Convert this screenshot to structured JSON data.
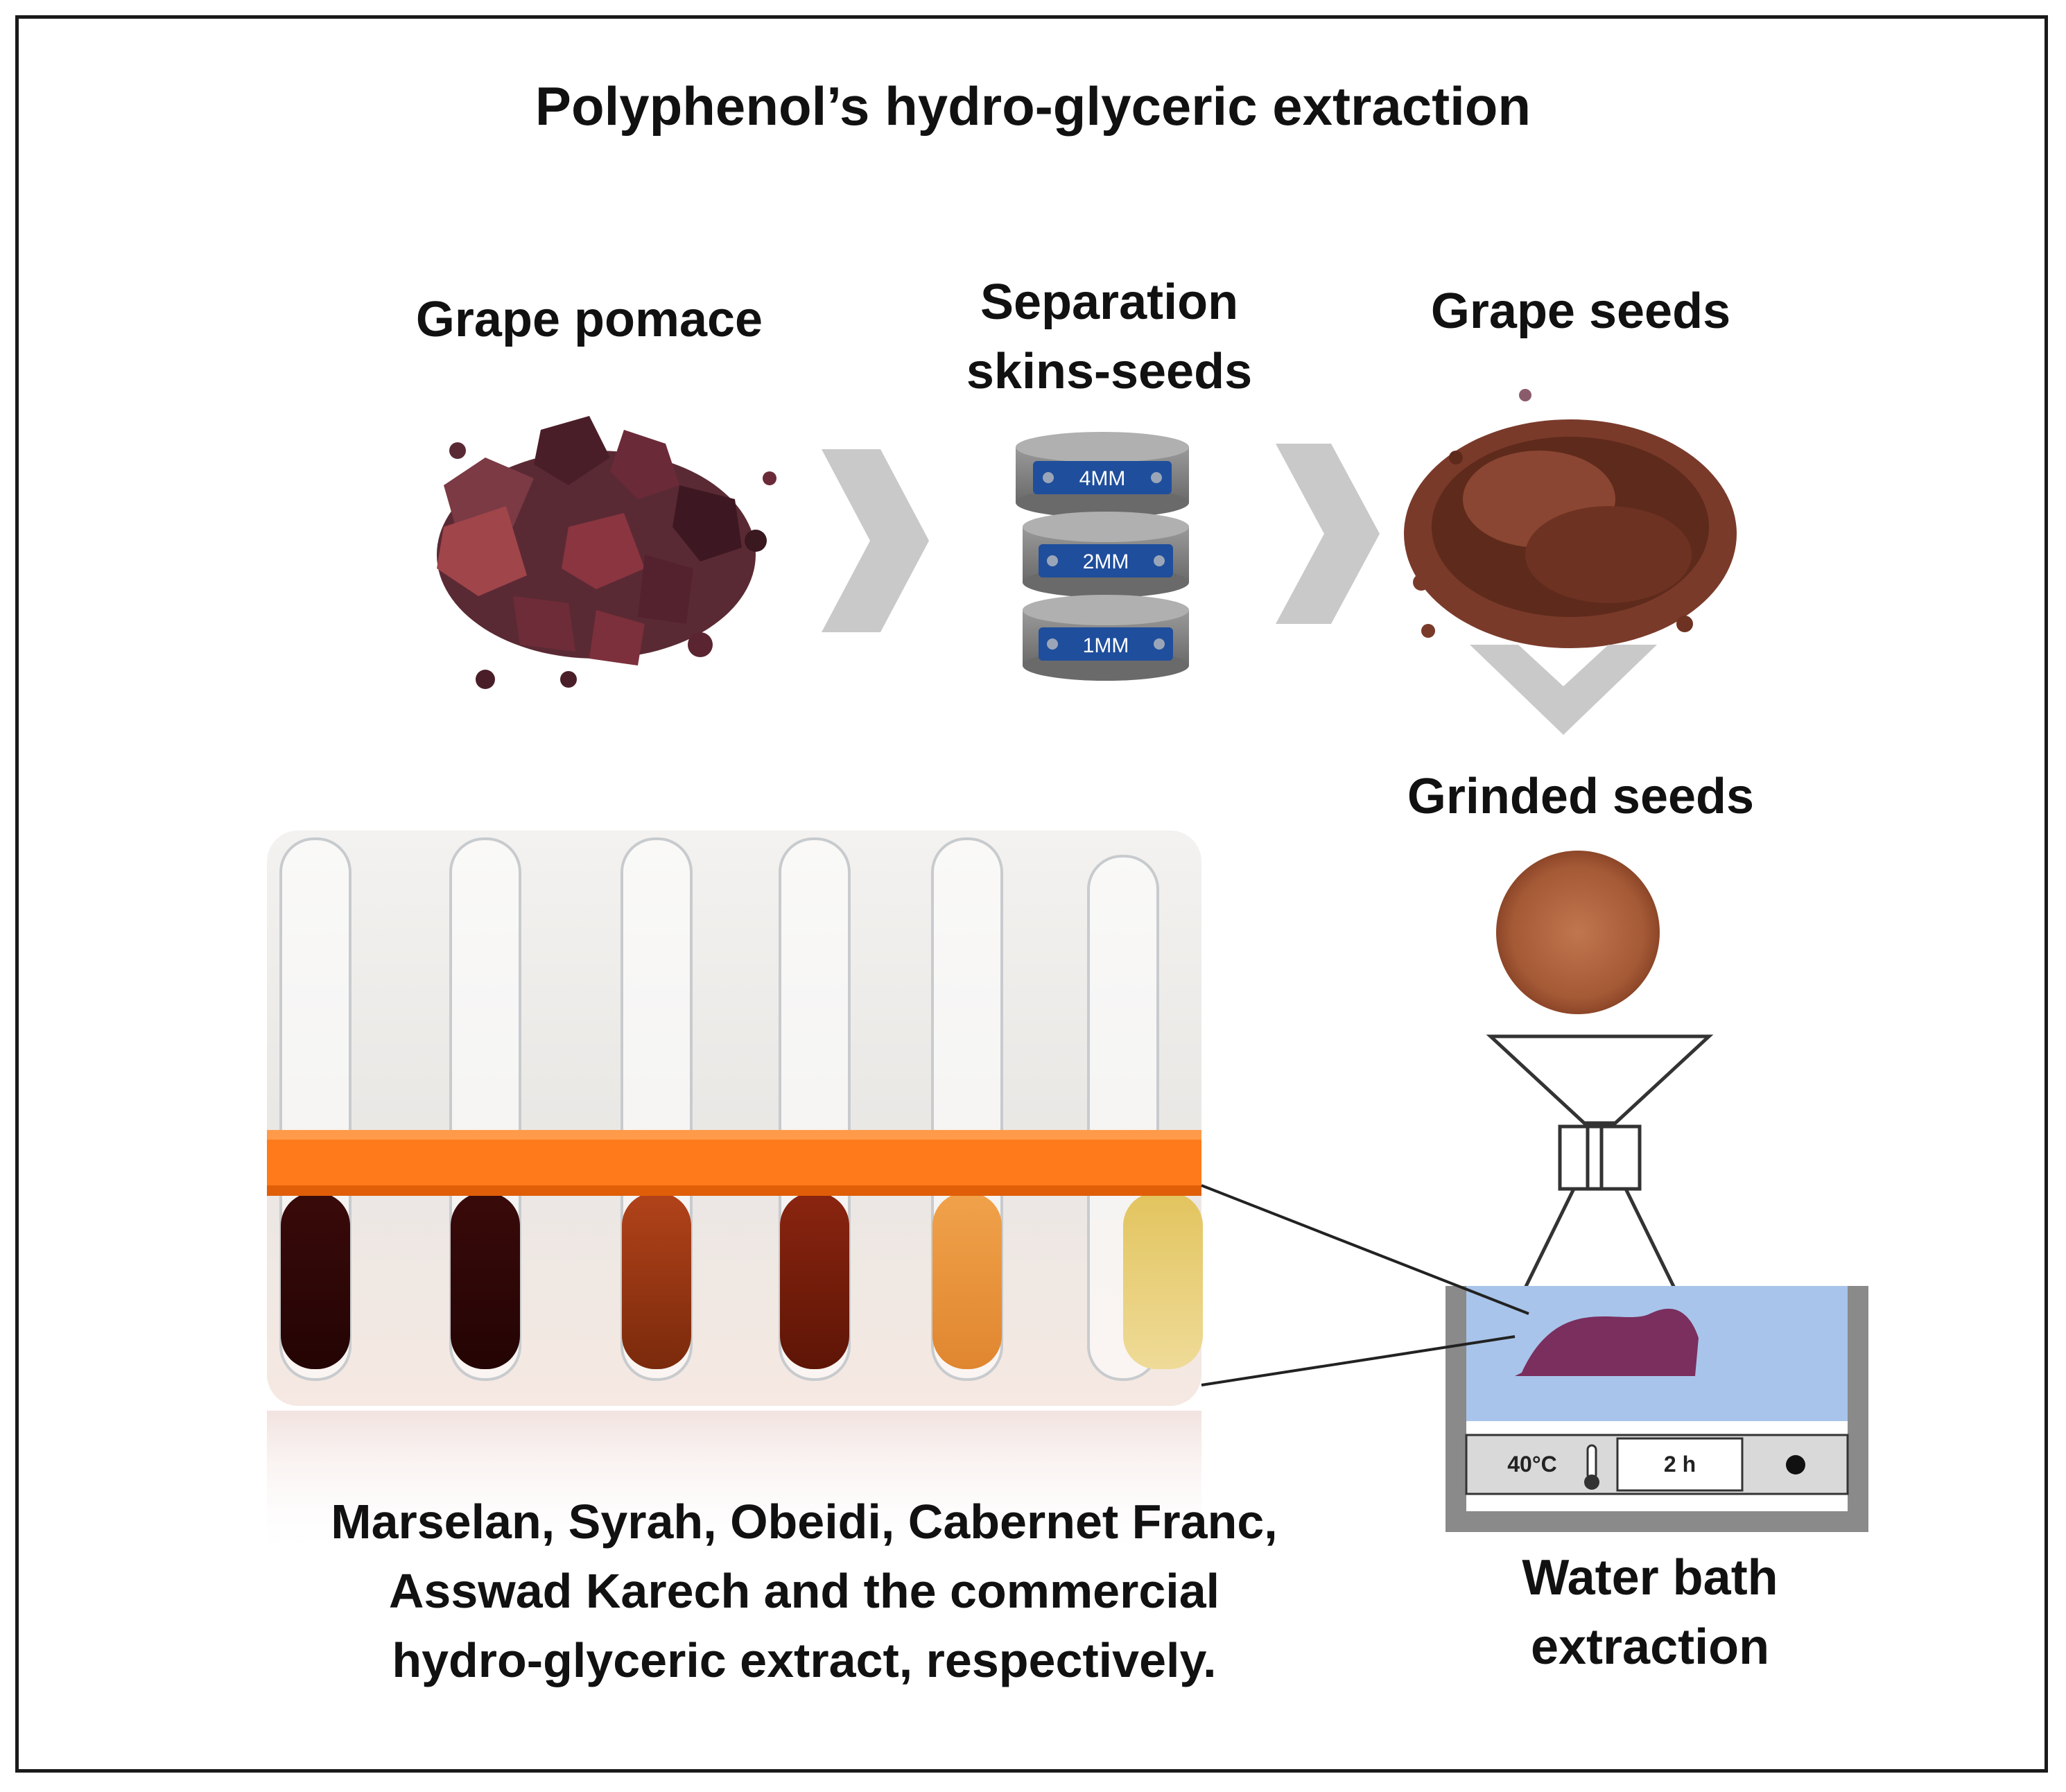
{
  "title": "Polyphenol’s hydro-glyceric extraction",
  "steps": {
    "pomace": "Grape pomace",
    "separation_line1": "Separation",
    "separation_line2": "skins-seeds",
    "seeds": "Grape seeds",
    "grinded": "Grinded seeds",
    "bath_line1": "Water bath",
    "bath_line2": "extraction"
  },
  "sieves": [
    "4MM",
    "2MM",
    "1MM"
  ],
  "water_bath": {
    "temperature": "40°C",
    "time": "2 h"
  },
  "caption": {
    "line1": "Marselan, Syrah, Obeidi, Cabernet Franc,",
    "line2": "Asswad Karech and the commercial",
    "line3": "hydro-glyceric extract, respectively."
  },
  "colors": {
    "rack": "#ff7a1a",
    "sieve_blue": "#1f4e9c",
    "arrow_gray": "#c9c9c9",
    "water": "#a8c4ea",
    "extract": "#7a2f5e"
  }
}
